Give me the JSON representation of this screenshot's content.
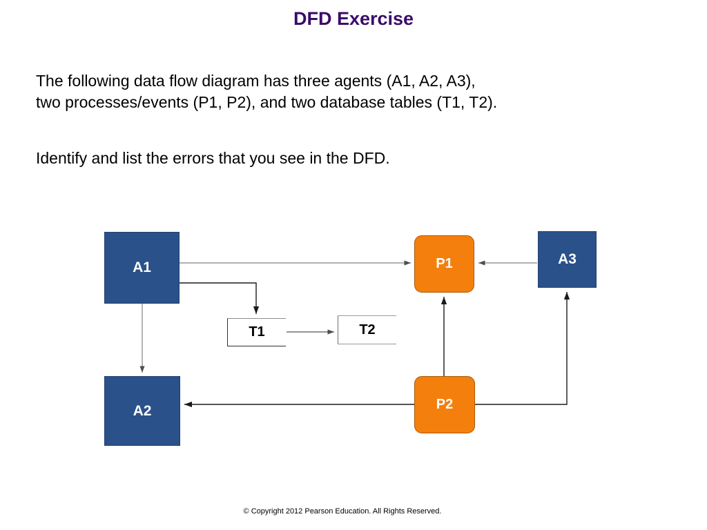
{
  "slide": {
    "title": "DFD Exercise",
    "paragraphs": [
      "The following data flow diagram has three agents (A1, A2, A3),\ntwo processes/events (P1, P2), and two database tables (T1, T2).",
      "Identify and list the errors that you see in the DFD."
    ],
    "copyright": "© Copyright 2012 Pearson Education. All Rights Reserved."
  },
  "colors": {
    "title": "#3B0B68",
    "agent_fill": "#2A5189",
    "process_fill": "#F57F0C",
    "datastore_fill": "#FFFFFF",
    "connector": "#4D4D4D",
    "text_light": "#FFFFFF",
    "text_dark": "#000000",
    "background": "#FFFFFF"
  },
  "diagram": {
    "type": "data-flow-diagram",
    "nodes": [
      {
        "id": "A1",
        "label": "A1",
        "kind": "external-agent",
        "shape": "rectangle"
      },
      {
        "id": "A2",
        "label": "A2",
        "kind": "external-agent",
        "shape": "rectangle"
      },
      {
        "id": "A3",
        "label": "A3",
        "kind": "external-agent",
        "shape": "rectangle"
      },
      {
        "id": "P1",
        "label": "P1",
        "kind": "process",
        "shape": "rounded-rectangle"
      },
      {
        "id": "P2",
        "label": "P2",
        "kind": "process",
        "shape": "rounded-rectangle"
      },
      {
        "id": "T1",
        "label": "T1",
        "kind": "data-store",
        "shape": "open-rectangle"
      },
      {
        "id": "T2",
        "label": "T2",
        "kind": "data-store",
        "shape": "open-rectangle"
      }
    ],
    "flows": [
      {
        "from": "A1",
        "to": "P1",
        "label": ""
      },
      {
        "from": "A1",
        "to": "T1",
        "label": ""
      },
      {
        "from": "A1",
        "to": "A2",
        "label": ""
      },
      {
        "from": "T1",
        "to": "T2",
        "label": ""
      },
      {
        "from": "A3",
        "to": "P1",
        "label": ""
      },
      {
        "from": "P2",
        "to": "P1",
        "label": ""
      },
      {
        "from": "P2",
        "to": "A2",
        "label": ""
      },
      {
        "from": "P2",
        "to": "A3",
        "label": ""
      }
    ]
  }
}
